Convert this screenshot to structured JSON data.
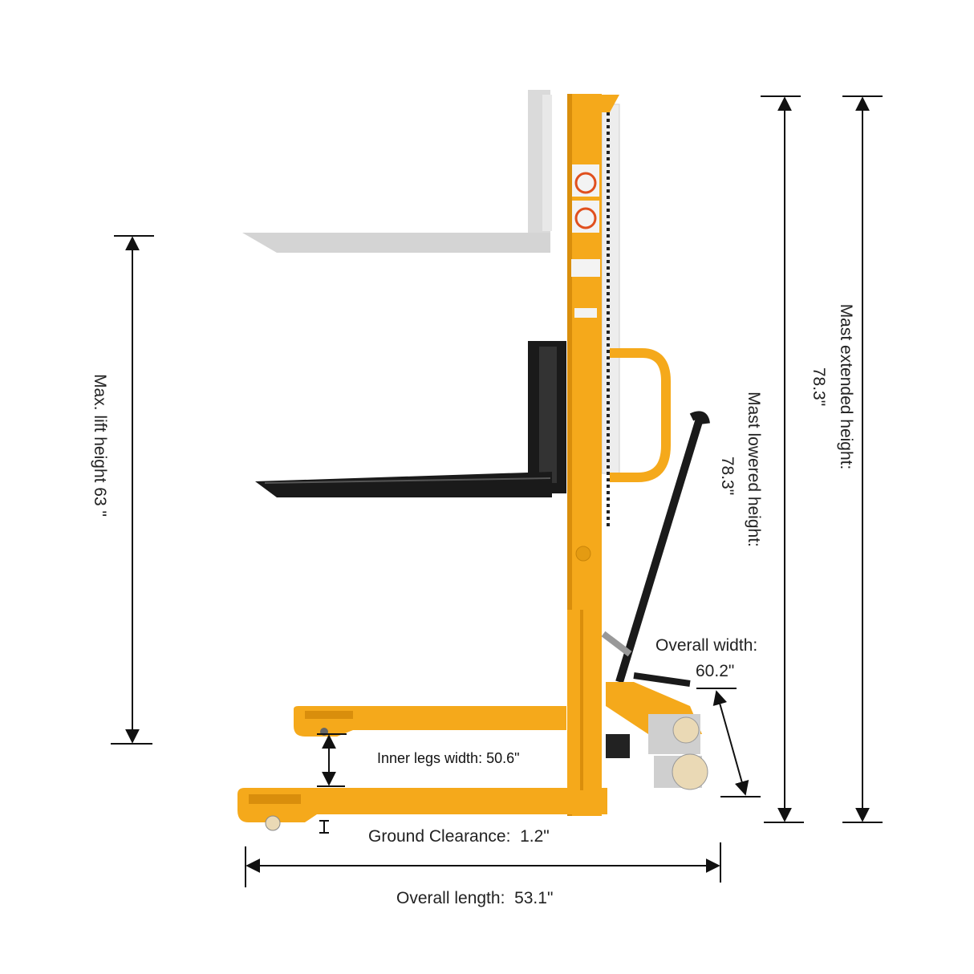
{
  "colors": {
    "frame": "#F5A91B",
    "frame_dark": "#D98E0C",
    "fork_lowered": "#1A1A1A",
    "fork_raised_ghost": "#D6D6D6",
    "dimension_line": "#111111"
  },
  "dimensions": {
    "max_lift_height": "Max. lift height 63 \"",
    "mast_lowered_label": "Mast lowered height:",
    "mast_lowered_value": "78.3\"",
    "mast_extended_label": "Mast extended height:",
    "mast_extended_value": "78.3\"",
    "overall_width_label": "Overall width:",
    "overall_width_value": "60.2\"",
    "inner_legs_width": "Inner legs width: 50.6\"",
    "ground_clearance": "Ground Clearance:  1.2\"",
    "overall_length": "Overall length:  53.1\""
  }
}
